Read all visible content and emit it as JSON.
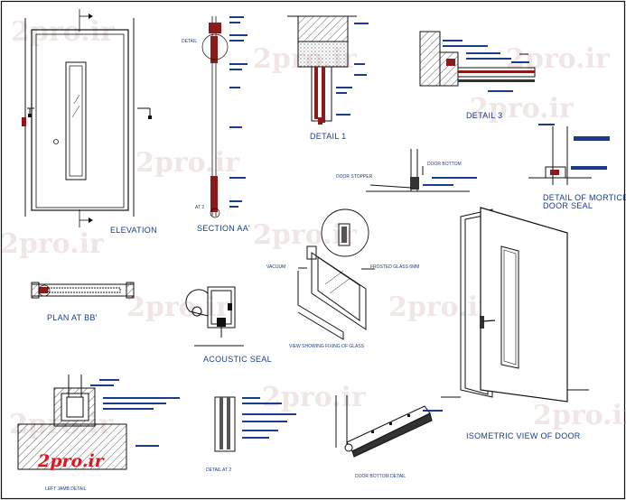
{
  "labels": {
    "elevation": "ELEVATION",
    "section_aa": "SECTION AA'",
    "detail_1": "DETAIL 1",
    "detail_3": "DETAIL 3",
    "detail_mortice": "DETAIL OF MORTICE",
    "door_seal": "DOOR SEAL",
    "plan_bb": "PLAN AT BB'",
    "acoustic_seal": "ACOUSTIC SEAL",
    "view_fixing_glass": "VIEW SHOWING FIXING OF GLASS",
    "isometric": "ISOMETRIC VIEW OF DOOR",
    "left_jamb": "LEFT JAMB DETAIL",
    "detail_at_2": "DETAIL AT 2",
    "door_bottom_detail": "DOOR BOTTOM DETAIL",
    "door_stopper": "DOOR STOPPER",
    "door_bottom": "DOOR BOTTOM",
    "vacuum": "VACUUM",
    "frosted_glass": "FROSTED GLASS 6MM",
    "detail_callout": "DETAIL",
    "at_2_callout": "AT 2"
  },
  "watermark": "2pro.ir",
  "logo": "2pro.ir",
  "colors": {
    "line": "#111111",
    "note": "#1b3a8a",
    "accent_red": "#8c1a1a",
    "hatch": "#555555"
  }
}
